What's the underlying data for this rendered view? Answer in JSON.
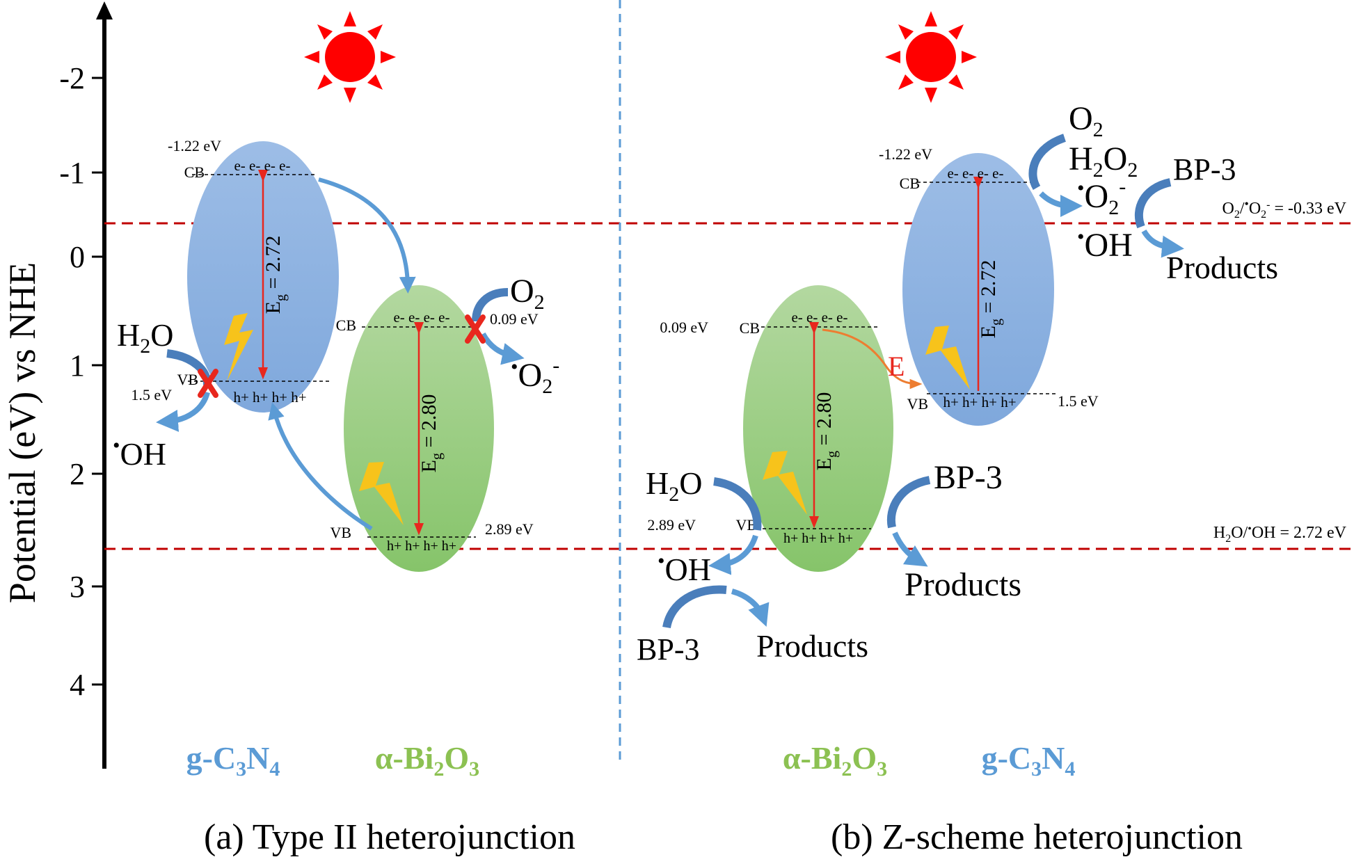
{
  "axis": {
    "title": "Potential (eV) vs NHE",
    "ticks": [
      "-2",
      "-1",
      "0",
      "1",
      "2",
      "3",
      "4"
    ]
  },
  "reference_lines": {
    "o2_label": "O2/•O2- = -0.33 eV",
    "h2o_label": "H2O/•OH = 2.72 eV",
    "color": "#c00000"
  },
  "panel_a": {
    "caption": "(a) Type II heterojunction",
    "gcn": {
      "name": "g-C3N4",
      "cb_value": "-1.22 eV",
      "cb_label": "CB",
      "vb_value": "1.5 eV",
      "vb_label": "VB",
      "electrons": "e- e- e- e-",
      "holes": "h+ h+ h+ h+",
      "gap_prefix": "E",
      "gap_sub": "g",
      "gap_value": "= 2.72"
    },
    "bio": {
      "name": "α-Bi2O3",
      "cb_value": "0.09 eV",
      "cb_label": "CB",
      "vb_value": "2.89 eV",
      "vb_label": "VB",
      "electrons": "e- e- e- e-",
      "holes": "h+ h+ h+ h+",
      "gap_prefix": "E",
      "gap_sub": "g",
      "gap_value": "= 2.80"
    },
    "species": {
      "h2o": "H2O",
      "oh": "•OH",
      "o2": "O2",
      "superoxide": "•O2-"
    }
  },
  "panel_b": {
    "caption": "(b) Z-scheme heterojunction",
    "gcn": {
      "name": "g-C3N4",
      "cb_value": "-1.22 eV",
      "cb_label": "CB",
      "vb_value": "1.5 eV",
      "vb_label": "VB",
      "electrons": "e- e- e- e-",
      "holes": "h+ h+ h+ h+",
      "gap_prefix": "E",
      "gap_sub": "g",
      "gap_value": "= 2.72"
    },
    "bio": {
      "name": "α-Bi2O3",
      "cb_value": "0.09 eV",
      "cb_label": "CB",
      "vb_value": "2.89 eV",
      "vb_label": "VB",
      "electrons": "e- e- e- e-",
      "holes": "h+ h+ h+ h+",
      "gap_prefix": "E",
      "gap_sub": "g",
      "gap_value": "= 2.80"
    },
    "field_label": "E",
    "species": {
      "o2": "O2",
      "h2o2": "H2O2",
      "superoxide": "•O2-",
      "oh_top": "•OH",
      "bp3_top": "BP-3",
      "products_top": "Products",
      "h2o": "H2O",
      "oh_bottom": "•OH",
      "bp3_bottom_left": "BP-3",
      "products_bottom_left": "Products",
      "bp3_right": "BP-3",
      "products_right": "Products"
    }
  },
  "colors": {
    "gcn_name": "#5b9bd5",
    "bio_name": "#8cc152",
    "arrow_blue": "#5b9bd5",
    "band_arrow": "#e8271e",
    "sun": "#ff0000",
    "lightning": "#f7c31b",
    "field_arrow": "#ed7d31"
  }
}
